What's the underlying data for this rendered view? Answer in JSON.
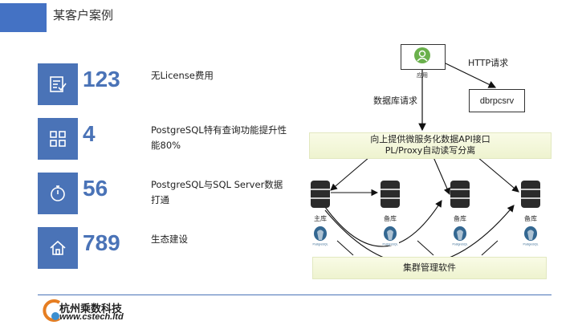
{
  "page": {
    "title": "某客户案例"
  },
  "stats": [
    {
      "number": "123",
      "description": "无License费用",
      "icon": "checklist-icon"
    },
    {
      "number": "4",
      "description": "PostgreSQL特有查询功能提升性能80%",
      "icon": "grid-icon"
    },
    {
      "number": "56",
      "description": "PostgreSQL与SQL Server数据打通",
      "icon": "stopwatch-icon"
    },
    {
      "number": "789",
      "description": "生态建设",
      "icon": "home-icon"
    }
  ],
  "diagram": {
    "app_label": "应用",
    "http_label": "HTTP请求",
    "dbrpc_label": "dbrpcsrv",
    "db_request_label": "数据库请求",
    "api_line1": "向上提供微服务化数据API接口",
    "api_line2": "PL/Proxy自动读写分离",
    "cluster_label": "集群管理软件",
    "nodes": [
      {
        "label": "主库"
      },
      {
        "label": "备库"
      },
      {
        "label": "备库"
      },
      {
        "label": "备库"
      }
    ],
    "pg_logo_text": "PostgreSQL"
  },
  "footer": {
    "company": "杭州乘数科技",
    "url": "www.cstech.ltd"
  },
  "colors": {
    "accent": "#4a73b7",
    "header_bar": "#4472c4",
    "app_green": "#6ab04c",
    "panel_fill": "#f2f6d8"
  }
}
